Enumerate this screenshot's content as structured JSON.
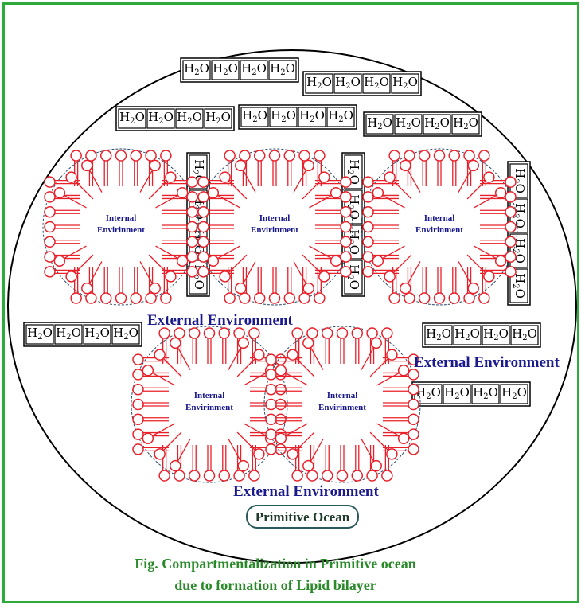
{
  "molecule": {
    "symbol": "H",
    "subscript": "2",
    "suffix": "O"
  },
  "water_rows": [
    {
      "count": 4
    },
    {
      "count": 4
    },
    {
      "count": 4
    },
    {
      "count": 4
    },
    {
      "count": 4
    },
    {
      "count": 4
    },
    {
      "count": 4
    },
    {
      "count": 4
    },
    {
      "count": 4
    },
    {
      "count": 4
    },
    {
      "count": 4
    }
  ],
  "cells": [
    {
      "label_line1": "Internal",
      "label_line2": "Envirinment"
    },
    {
      "label_line1": "Internal",
      "label_line2": "Envirinment"
    },
    {
      "label_line1": "Internal",
      "label_line2": "Envirinment"
    },
    {
      "label_line1": "Internal",
      "label_line2": "Envirinment"
    },
    {
      "label_line1": "Internal",
      "label_line2": "Envirinment"
    }
  ],
  "external_labels": [
    "External Environment",
    "External Environment",
    "External Environment"
  ],
  "ocean_label": "Primitive Ocean",
  "caption": {
    "line1": "Fig. Compartmentalization in Primitive ocean",
    "line2": "due to formation of  Lipid bilayer"
  },
  "colors": {
    "border": "#2eaa3c",
    "lipid": "#e8202a",
    "label_blue": "#1a1a8c",
    "caption_green": "#2a8a2a",
    "boundary_dash": "#2a4a6a"
  }
}
